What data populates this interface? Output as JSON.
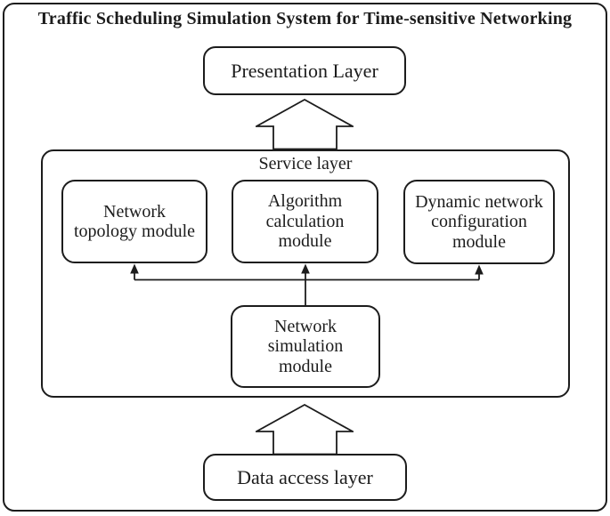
{
  "colors": {
    "ink": "#1c1c1c",
    "background": "#ffffff"
  },
  "diagram": {
    "title": "Traffic Scheduling Simulation System for Time-sensitive Networking",
    "presentation_layer": {
      "label": "Presentation Layer"
    },
    "service_layer": {
      "label": "Service layer",
      "modules": [
        {
          "name": "network-topology-module",
          "lines": [
            "Network",
            "topology module"
          ]
        },
        {
          "name": "algorithm-calculation-module",
          "lines": [
            "Algorithm",
            "calculation",
            "module"
          ]
        },
        {
          "name": "dynamic-network-configuration-module",
          "lines": [
            "Dynamic network",
            "configuration",
            "module"
          ]
        }
      ],
      "simulation_module": {
        "name": "network-simulation-module",
        "lines": [
          "Network",
          "simulation",
          "module"
        ]
      }
    },
    "data_access_layer": {
      "label": "Data access layer"
    },
    "connections": [
      "data-access-layer -> service-layer (block arrow up)",
      "service-layer -> presentation-layer (block arrow up)",
      "network-simulation-module -> network-topology-module (arrow up)",
      "network-simulation-module -> algorithm-calculation-module (arrow up)",
      "network-simulation-module -> dynamic-network-configuration-module (arrow up)"
    ]
  }
}
